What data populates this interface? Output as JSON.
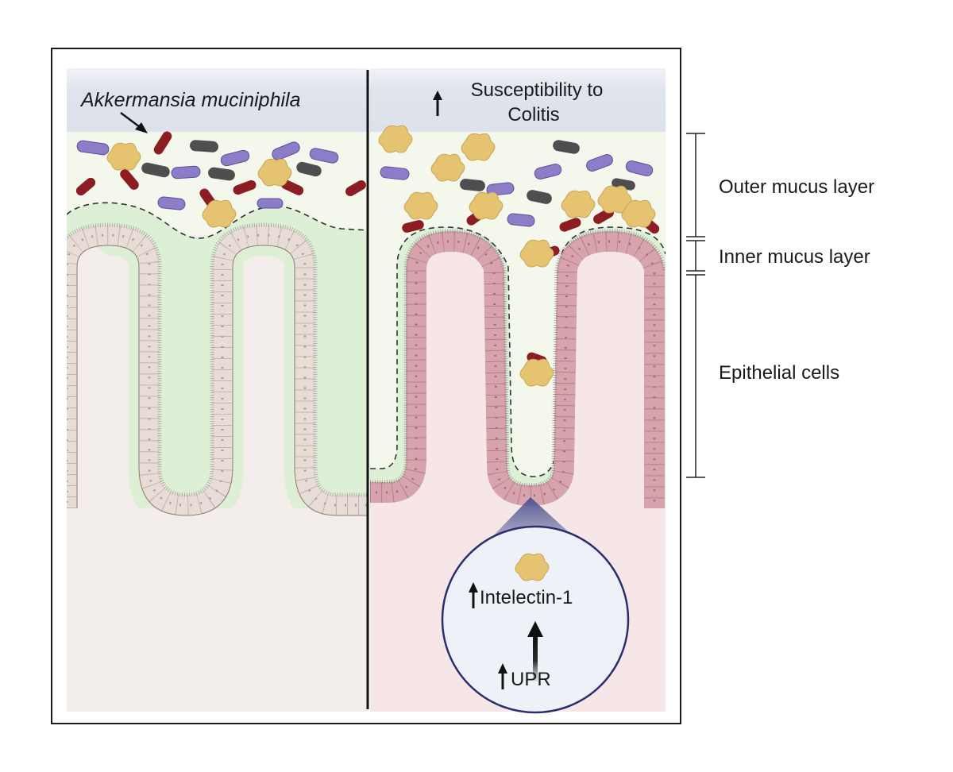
{
  "left_panel": {
    "title": "Akkermansia muciniphila"
  },
  "right_panel": {
    "title_line1": "Susceptibility  to",
    "title_line2": "Colitis"
  },
  "layers": {
    "outer": "Outer mucus layer",
    "inner": "Inner mucus layer",
    "epithelial": "Epithelial cells"
  },
  "inset": {
    "protein": "Intelectin-1",
    "stress": "UPR"
  },
  "colors": {
    "panel_border": "#1a1a1a",
    "header_band": "#dde2ea",
    "outer_mucus": "#f4f8ec",
    "inner_mucus_left": "#ddf0d6",
    "lumen_left": "#f3eeec",
    "lumen_right": "#f7e6e8",
    "cells_left": "#e8dcd6",
    "cells_right": "#d7a3ad",
    "bacteria_purple": "#8d7cc8",
    "bacteria_gray": "#4e4e4e",
    "bacteria_red": "#8c1d22",
    "intelectin": "#e5c370",
    "inset_fill": "#eef2f8",
    "inset_border": "#2b2e6e"
  }
}
